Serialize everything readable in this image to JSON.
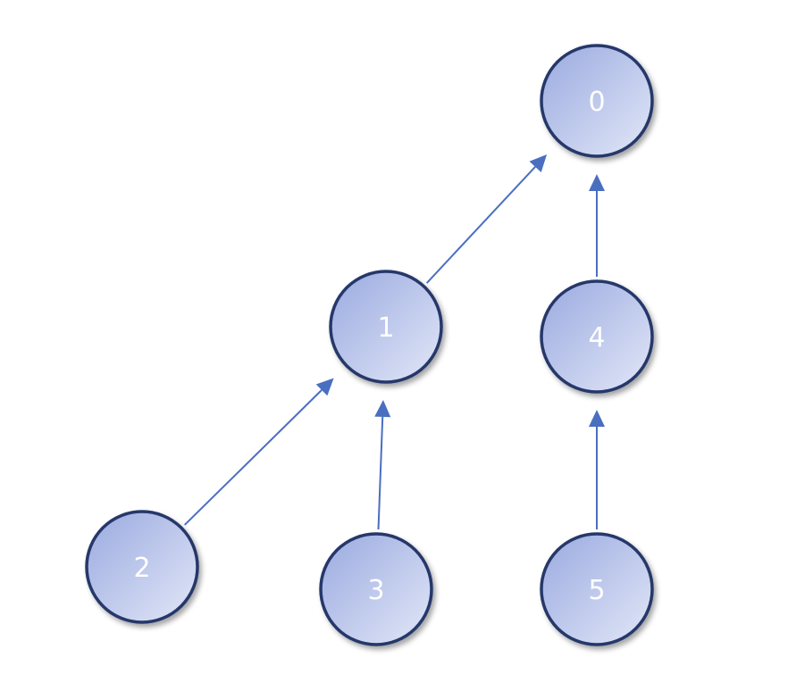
{
  "colors": {
    "background": "#ffffff",
    "node_fill_light": "#dde3f6",
    "node_fill_dark": "#9eaee2",
    "node_stroke": "#25376b",
    "edge": "#4a6fc0",
    "label": "#ffffff"
  },
  "nodes": [
    {
      "id": "n0",
      "label": "0"
    },
    {
      "id": "n1",
      "label": "1"
    },
    {
      "id": "n2",
      "label": "2"
    },
    {
      "id": "n3",
      "label": "3"
    },
    {
      "id": "n4",
      "label": "4"
    },
    {
      "id": "n5",
      "label": "5"
    }
  ],
  "edges": [
    {
      "from": "1",
      "to": "0"
    },
    {
      "from": "4",
      "to": "0"
    },
    {
      "from": "2",
      "to": "1"
    },
    {
      "from": "3",
      "to": "1"
    },
    {
      "from": "5",
      "to": "4"
    }
  ]
}
